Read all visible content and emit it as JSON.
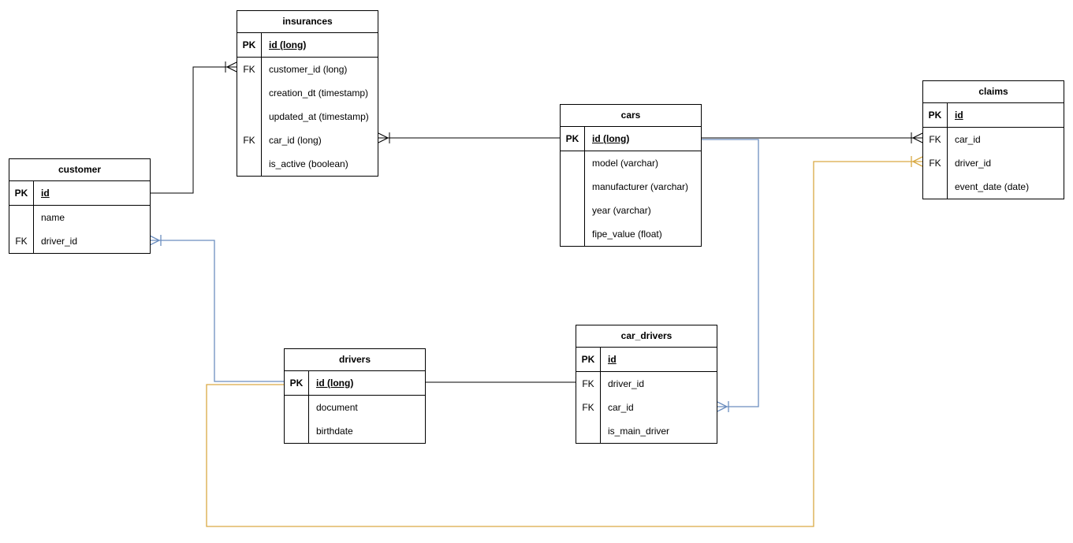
{
  "diagram": {
    "colors": {
      "black": "#000000",
      "blue": "#6c8ebf",
      "orange": "#d9a943"
    },
    "tables": [
      {
        "name": "insurances",
        "rows": [
          {
            "key": "PK",
            "field": "id (long)"
          },
          {
            "key": "FK",
            "field": "customer_id (long)"
          },
          {
            "key": "",
            "field": "creation_dt (timestamp)"
          },
          {
            "key": "",
            "field": "updated_at (timestamp)"
          },
          {
            "key": "FK",
            "field": "car_id (long)"
          },
          {
            "key": "",
            "field": "is_active (boolean)"
          }
        ]
      },
      {
        "name": "customer",
        "rows": [
          {
            "key": "PK",
            "field": "id"
          },
          {
            "key": "",
            "field": "name"
          },
          {
            "key": "FK",
            "field": "driver_id"
          }
        ]
      },
      {
        "name": "cars",
        "rows": [
          {
            "key": "PK",
            "field": "id (long)"
          },
          {
            "key": "",
            "field": "model (varchar)"
          },
          {
            "key": "",
            "field": "manufacturer (varchar)"
          },
          {
            "key": "",
            "field": "year (varchar)"
          },
          {
            "key": "",
            "field": "fipe_value (float)"
          }
        ]
      },
      {
        "name": "claims",
        "rows": [
          {
            "key": "PK",
            "field": "id"
          },
          {
            "key": "FK",
            "field": "car_id"
          },
          {
            "key": "FK",
            "field": "driver_id"
          },
          {
            "key": "",
            "field": "event_date (date)"
          }
        ]
      },
      {
        "name": "drivers",
        "rows": [
          {
            "key": "PK",
            "field": "id (long)"
          },
          {
            "key": "",
            "field": "document"
          },
          {
            "key": "",
            "field": "birthdate"
          }
        ]
      },
      {
        "name": "car_drivers",
        "rows": [
          {
            "key": "PK",
            "field": "id"
          },
          {
            "key": "FK",
            "field": "driver_id"
          },
          {
            "key": "FK",
            "field": "car_id"
          },
          {
            "key": "",
            "field": "is_main_driver"
          }
        ]
      }
    ],
    "relationships": [
      {
        "from": "customer.id",
        "to": "insurances.customer_id",
        "color": "black",
        "many_end": "insurances"
      },
      {
        "from": "cars.id",
        "to": "insurances.car_id",
        "color": "black",
        "many_end": "insurances"
      },
      {
        "from": "cars.id",
        "to": "claims.car_id",
        "color": "black",
        "many_end": "claims"
      },
      {
        "from": "cars.id",
        "to": "car_drivers.car_id",
        "color": "blue",
        "many_end": "car_drivers"
      },
      {
        "from": "drivers.id",
        "to": "car_drivers.driver_id",
        "color": "black",
        "many_end": "car_drivers"
      },
      {
        "from": "drivers.id",
        "to": "customer.driver_id",
        "color": "blue",
        "many_end": "customer"
      },
      {
        "from": "drivers.id",
        "to": "claims.driver_id",
        "color": "orange",
        "many_end": "claims"
      }
    ]
  }
}
